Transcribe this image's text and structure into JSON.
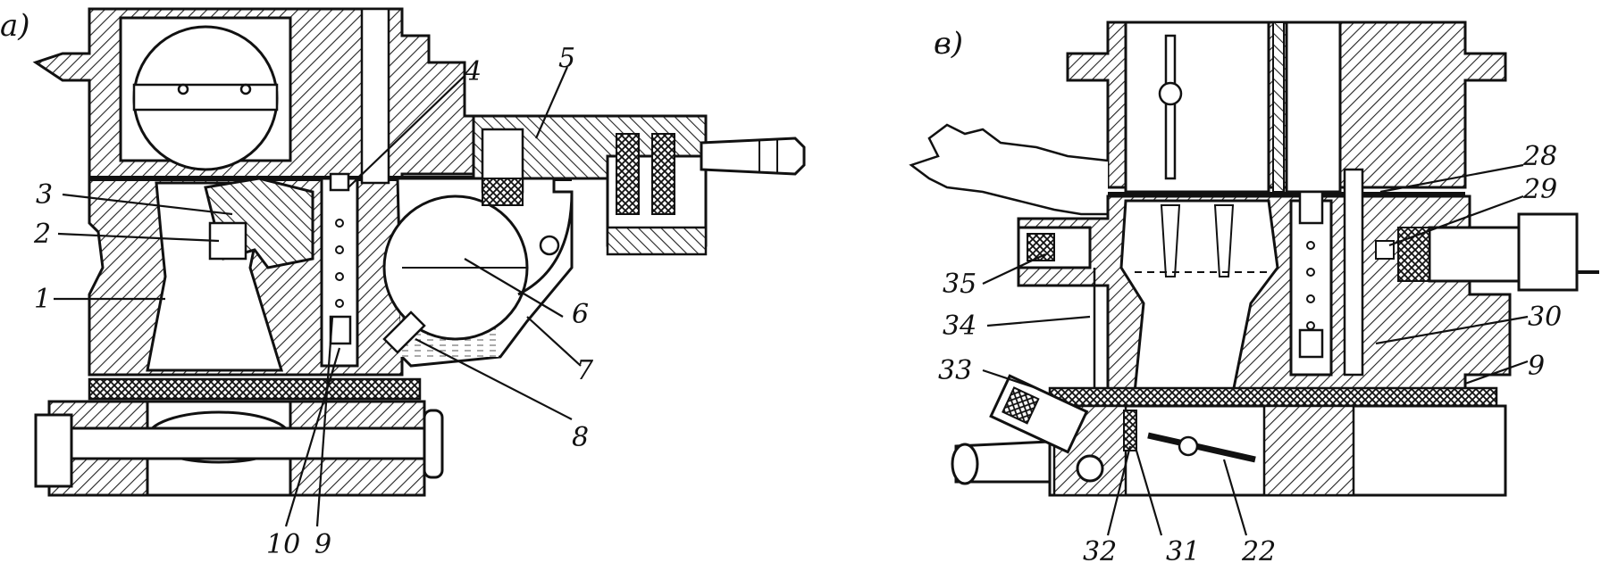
{
  "figure": {
    "panels": [
      {
        "id": "a",
        "letter": "a)",
        "callouts": [
          "1",
          "2",
          "3",
          "4",
          "5",
          "6",
          "7",
          "8",
          "9",
          "10"
        ]
      },
      {
        "id": "b",
        "letter": "в)",
        "callouts": [
          "9",
          "22",
          "28",
          "29",
          "30",
          "31",
          "32",
          "33",
          "34",
          "35"
        ]
      }
    ]
  }
}
